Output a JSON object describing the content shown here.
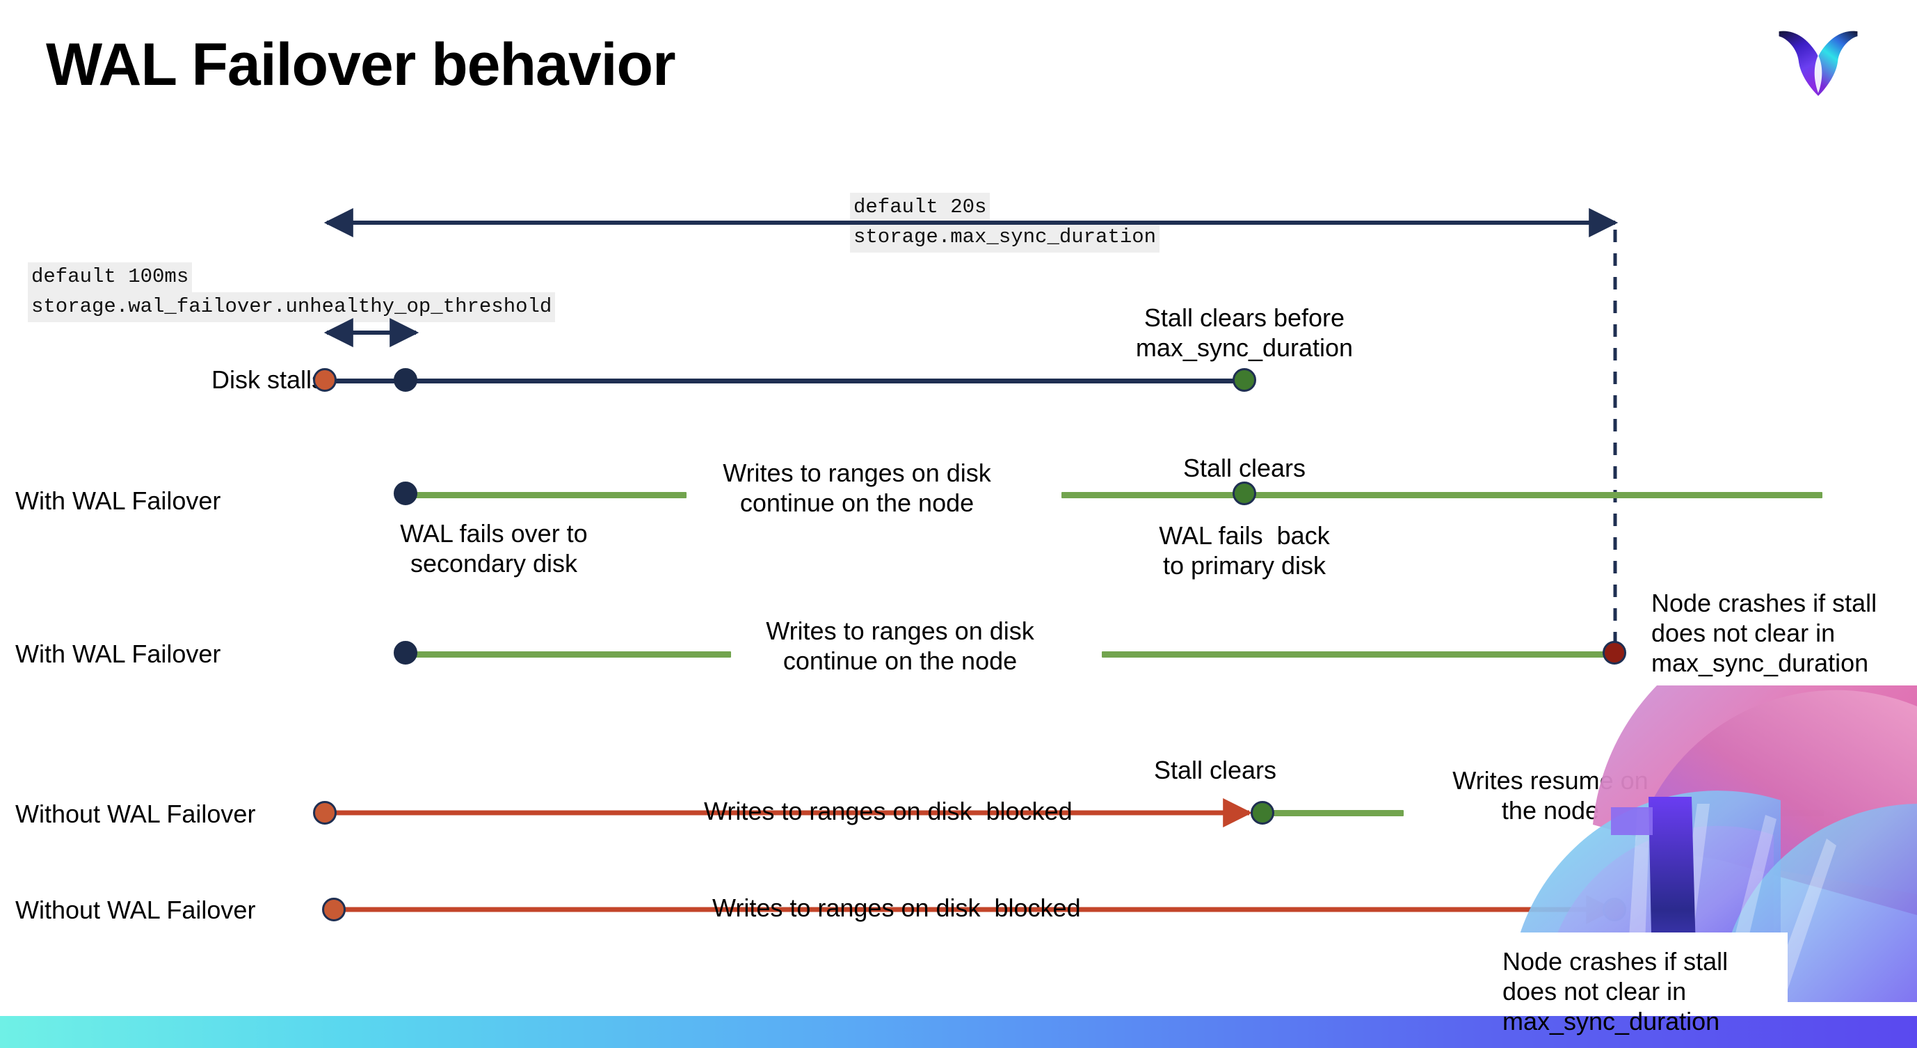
{
  "slide": {
    "title": "WAL Failover behavior",
    "logo_name": "cockroachdb-logo"
  },
  "settings": [
    {
      "id": "max-sync-duration",
      "default_label": "default 20s",
      "setting_label": "storage.max_sync_duration"
    },
    {
      "id": "unhealthy-op-threshold",
      "default_label": "default 100ms",
      "setting_label": "storage.wal_failover.unhealthy_op_threshold"
    }
  ],
  "rows": [
    {
      "id": "disk-stalls",
      "label": "Disk stalls",
      "annotations": [
        "Stall clears before\nmax_sync_duration"
      ]
    },
    {
      "id": "with-wal-failover-clears",
      "label": "With WAL Failover",
      "annotations": [
        "Writes to ranges on disk\ncontinue on the node",
        "Stall clears",
        "WAL fails over to\nsecondary disk",
        "WAL fails  back\nto primary disk"
      ]
    },
    {
      "id": "with-wal-failover-crash",
      "label": "With WAL Failover",
      "annotations": [
        "Writes to ranges on disk\ncontinue on the node",
        "Node crashes if stall\ndoes not clear in\nmax_sync_duration"
      ]
    },
    {
      "id": "without-wal-failover-clears",
      "label": "Without WAL Failover",
      "annotations": [
        "Writes to ranges on disk  blocked",
        "Stall clears",
        "Writes resume on\nthe node"
      ]
    },
    {
      "id": "without-wal-failover-crash",
      "label": "Without WAL Failover",
      "annotations": [
        "Writes to ranges on disk  blocked",
        "Node crashes if stall\ndoes not clear in\nmax_sync_duration"
      ]
    }
  ],
  "texts": {
    "disk_stalls": "Disk stalls",
    "with_wal_failover_1": "With WAL Failover",
    "with_wal_failover_2": "With WAL Failover",
    "without_wal_failover_1": "Without WAL Failover",
    "without_wal_failover_2": "Without WAL Failover",
    "default_20s": "default 20s",
    "storage_max_sync_duration": "storage.max_sync_duration",
    "default_100ms": "default 100ms",
    "storage_unhealthy_op_threshold": "storage.wal_failover.unhealthy_op_threshold",
    "stall_clears_before_max_sync_duration": "Stall clears before\nmax_sync_duration",
    "writes_continue_1": "Writes to ranges on disk\ncontinue on the node",
    "writes_continue_2": "Writes to ranges on disk\ncontinue on the node",
    "stall_clears_1": "Stall clears",
    "stall_clears_2": "Stall clears",
    "wal_fails_over": "WAL fails over to\nsecondary disk",
    "wal_fails_back": "WAL fails  back\nto primary disk",
    "node_crashes_1": "Node crashes if stall\ndoes not clear in\nmax_sync_duration",
    "node_crashes_2": "Node crashes if stall\ndoes not clear in\nmax_sync_duration",
    "writes_blocked_1": "Writes to ranges on disk  blocked",
    "writes_blocked_2": "Writes to ranges on disk  blocked",
    "writes_resume": "Writes resume on\nthe node"
  },
  "colors": {
    "navy": "#1f2f52",
    "green": "#72a44e",
    "green_dot": "#3f7a2e",
    "orange": "#c3452a",
    "orange_dot": "#c85a34",
    "dark_red": "#8e1e13",
    "code_bg": "#eeeeee",
    "bottom_bar_from": "#6ff0e6",
    "bottom_bar_to": "#5a49ef"
  }
}
